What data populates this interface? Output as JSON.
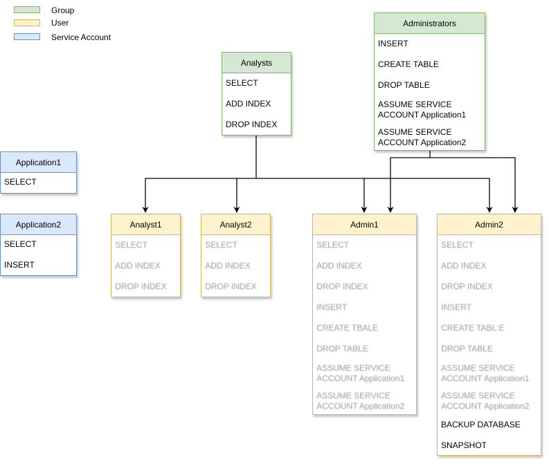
{
  "legend": {
    "items": [
      {
        "label": "Group",
        "fill": "#d5e8d4",
        "stroke": "#82b366"
      },
      {
        "label": "User",
        "fill": "#fff2cc",
        "stroke": "#d6b656"
      },
      {
        "label": "Service Account",
        "fill": "#dae8fc",
        "stroke": "#6c8ebf"
      }
    ]
  },
  "groups": {
    "analysts": {
      "title": "Analysts",
      "items": [
        "SELECT",
        "ADD INDEX",
        "DROP INDEX"
      ]
    },
    "administrators": {
      "title": "Administrators",
      "items": [
        "INSERT",
        "CREATE TABLE",
        "DROP TABLE",
        "ASSUME SERVICE ACCOUNT Application1",
        "ASSUME SERVICE ACCOUNT Application2"
      ]
    }
  },
  "service_accounts": {
    "application1": {
      "title": "Application1",
      "items": [
        "SELECT"
      ]
    },
    "application2": {
      "title": "Application2",
      "items": [
        "SELECT",
        "INSERT"
      ]
    }
  },
  "users": {
    "analyst1": {
      "title": "Analyst1",
      "inherited": [
        "SELECT",
        "ADD INDEX",
        "DROP INDEX"
      ]
    },
    "analyst2": {
      "title": "Analyst2",
      "inherited": [
        "SELECT",
        "ADD INDEX",
        "DROP INDEX"
      ]
    },
    "admin1": {
      "title": "Admin1",
      "inherited": [
        "SELECT",
        "ADD INDEX",
        "DROP INDEX",
        "INSERT",
        "CREATE TBALE",
        "DROP TABLE",
        "ASSUME SERVICE ACCOUNT Application1",
        "ASSUME SERVICE ACCOUNT Application2"
      ]
    },
    "admin2": {
      "title": "Admin2",
      "inherited": [
        "SELECT",
        "ADD INDEX",
        "DROP INDEX",
        "INSERT",
        "CREATE TABL:E",
        "DROP TABLE",
        "ASSUME SERVICE ACCOUNT Application1",
        "ASSUME SERVICE ACCOUNT Application2"
      ],
      "own": [
        "BACKUP DATABASE",
        "SNAPSHOT"
      ]
    }
  },
  "colors": {
    "edge": "#000000",
    "inherited_text": "#b3b3b3"
  }
}
